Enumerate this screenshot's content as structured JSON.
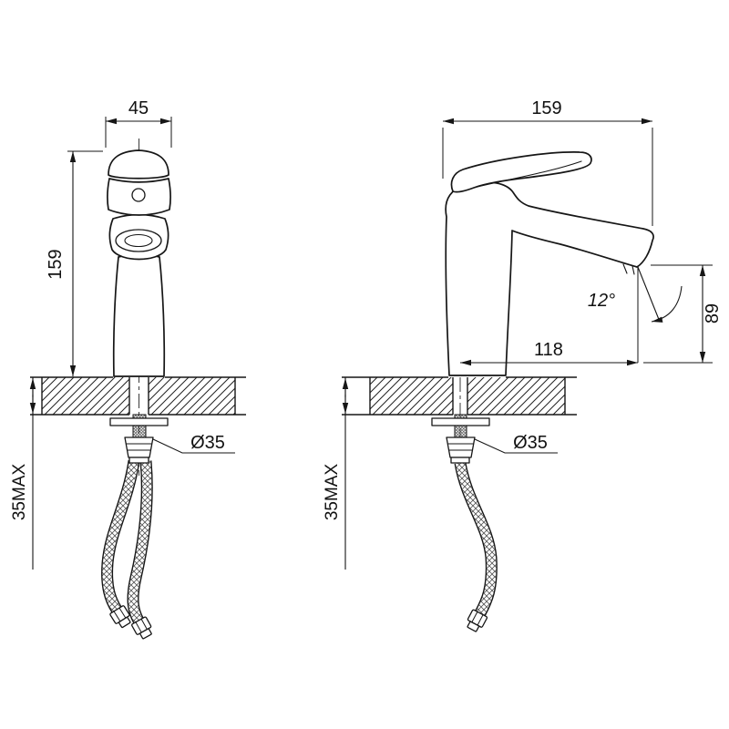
{
  "drawing": {
    "type": "faucet-installation-dimension-drawing",
    "colors": {
      "ink": "#111111",
      "background": "#ffffff"
    },
    "front_view": {
      "width_dim": "45",
      "height_dim": "159",
      "hole_dim": "Ø35",
      "mount_dim": "35MAX"
    },
    "side_view": {
      "length_dim": "159",
      "angle_dim": "12°",
      "height_dim": "89",
      "reach_dim": "118",
      "hole_dim": "Ø35",
      "mount_dim": "35MAX"
    }
  }
}
